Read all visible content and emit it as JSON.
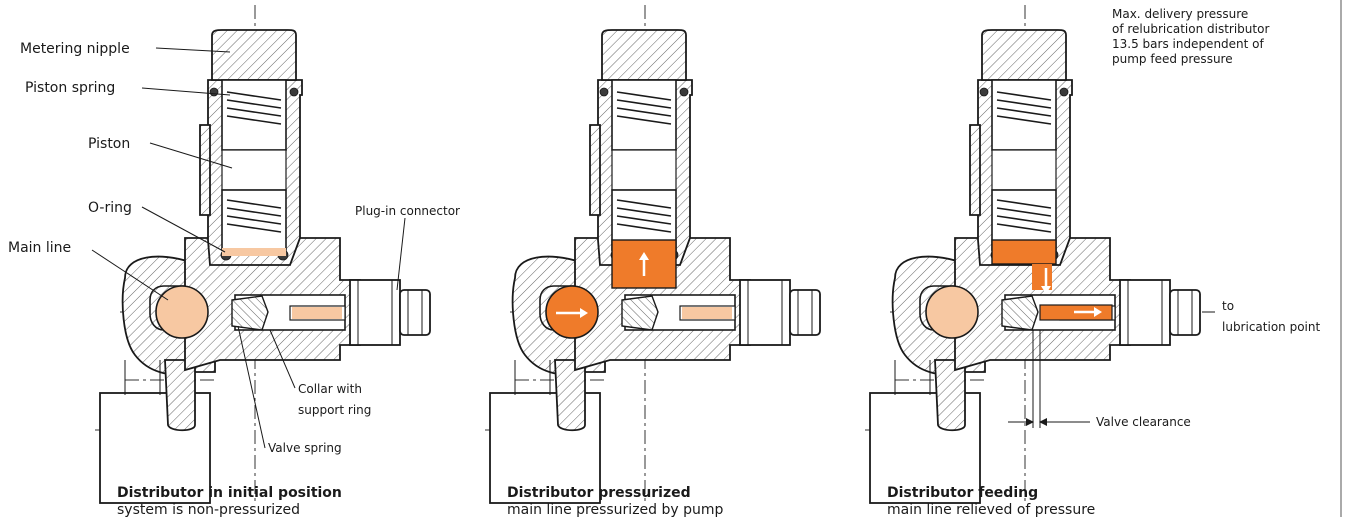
{
  "labels": {
    "metering_nipple": "Metering nipple",
    "piston_spring": "Piston spring",
    "piston": "Piston",
    "o_ring": "O-ring",
    "main_line": "Main line",
    "plug_in_connector": "Plug-in connector",
    "collar_line1": "Collar with",
    "collar_line2": "support ring",
    "valve_spring": "Valve spring",
    "valve_clearance": "Valve clearance",
    "to_line1": "to",
    "to_line2": "lubrication point"
  },
  "note": {
    "line1": "Max. delivery pressure",
    "line2": "of relubrication distributor",
    "line3": "13.5 bars independent of",
    "line4": "pump feed pressure"
  },
  "panels": [
    {
      "title": "Distributor in initial position",
      "subtitle": "system is non-pressurized"
    },
    {
      "title": "Distributor pressurized",
      "subtitle": "main line pressurized by pump"
    },
    {
      "title": "Distributor feeding",
      "subtitle": "main line relieved of pressure"
    }
  ],
  "colors": {
    "pressurized": "#ef7b2a",
    "light_fill": "#f7c8a2",
    "line": "#1a1a1a"
  }
}
